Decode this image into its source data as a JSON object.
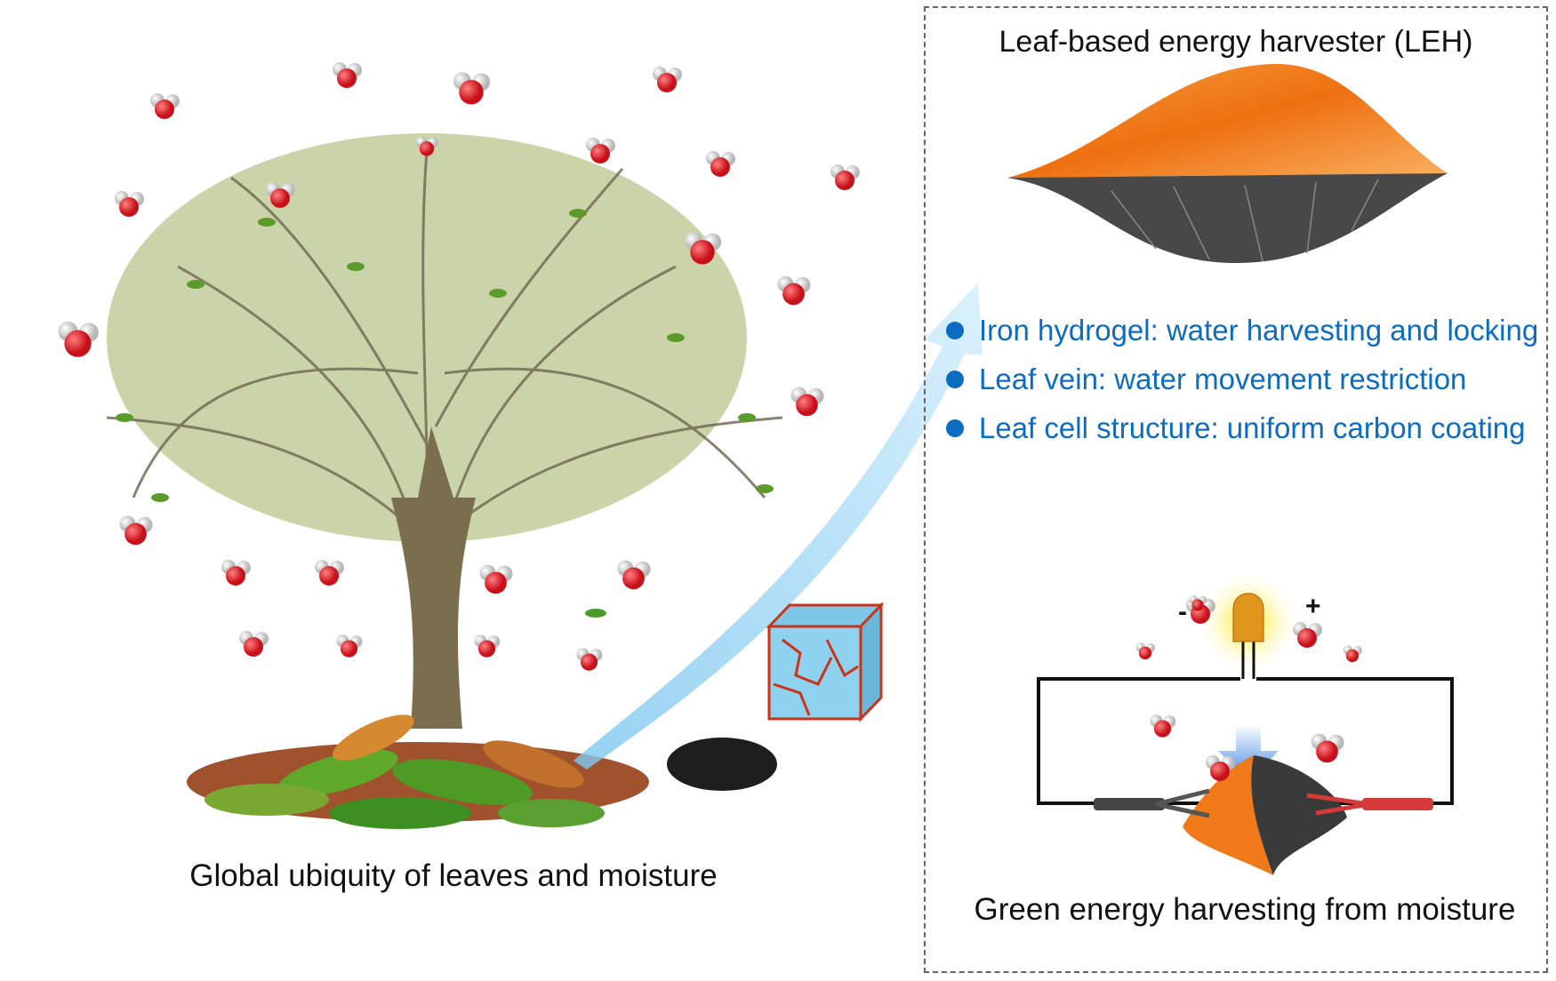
{
  "left_panel": {
    "caption": "Global ubiquity of leaves and moisture"
  },
  "right_panel": {
    "title": "Leaf-based energy harvester (LEH)",
    "features": [
      {
        "text": "Iron hydrogel: water harvesting and locking"
      },
      {
        "text": "Leaf vein: water movement restriction"
      },
      {
        "text": "Leaf cell structure: uniform carbon coating"
      }
    ],
    "circuit": {
      "minus": "-",
      "plus": "+"
    },
    "caption": "Green energy harvesting from moisture"
  },
  "colors": {
    "bullet_text": "#0c6cc2",
    "leaf_orange": "#f07a1a",
    "leaf_carbon": "#3a3a3a",
    "arrow": "#a9dcf5",
    "oxygen": "#e0202a",
    "hydrogen": "#d8d8d8"
  }
}
